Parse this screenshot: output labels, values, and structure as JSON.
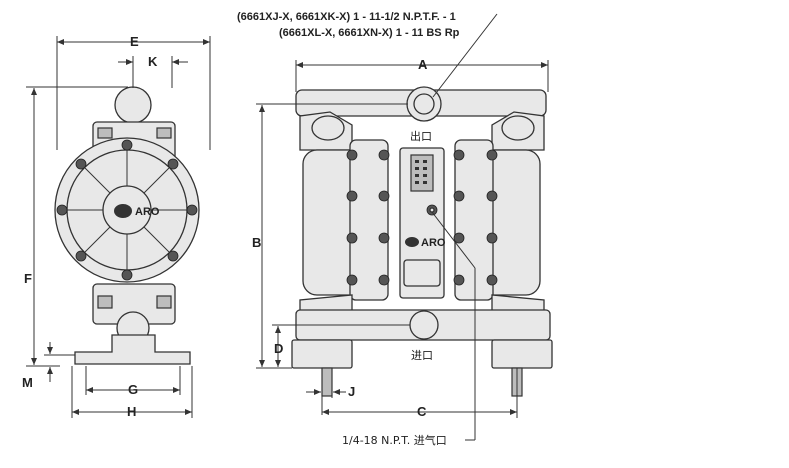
{
  "notes": {
    "top_line1": "(6661XJ-X, 6661XK-X) 1 - 11-1/2 N.P.T.F. - 1",
    "top_line2": "(6661XL-X, 6661XN-X) 1 - 11 BS Rp",
    "air_inlet": "1/4-18 N.P.T. 进气口"
  },
  "ports": {
    "outlet": "出口",
    "inlet": "进口"
  },
  "dimensions": {
    "A": "A",
    "B": "B",
    "C": "C",
    "D": "D",
    "E": "E",
    "F": "F",
    "G": "G",
    "H": "H",
    "J": "J",
    "K": "K",
    "M": "M"
  },
  "logo_text": "ARO"
}
